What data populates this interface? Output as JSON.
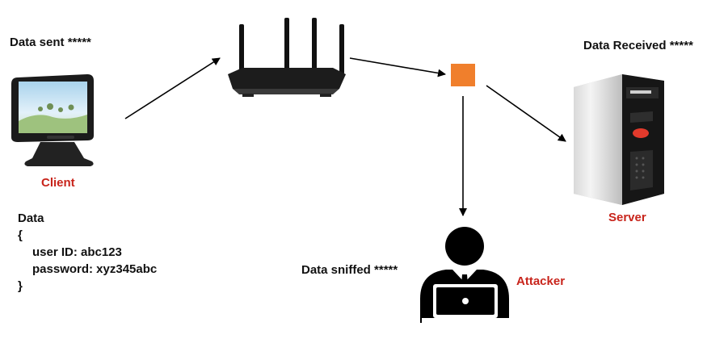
{
  "labels": {
    "data_sent": "Data sent *****",
    "data_received": "Data Received *****",
    "data_sniffed": "Data sniffed *****",
    "client": "Client",
    "server": "Server",
    "attacker": "Attacker"
  },
  "payload": {
    "title": "Data",
    "open_brace": "{",
    "line1": "user ID: abc123",
    "line2": "password: xyz345abc",
    "close_brace": "}"
  },
  "colors": {
    "red_label": "#c8241b",
    "sniff_node": "#f07f2c"
  },
  "icons": [
    "monitor-icon",
    "router-icon",
    "sniff-node-icon",
    "server-tower-icon",
    "hacker-icon"
  ]
}
